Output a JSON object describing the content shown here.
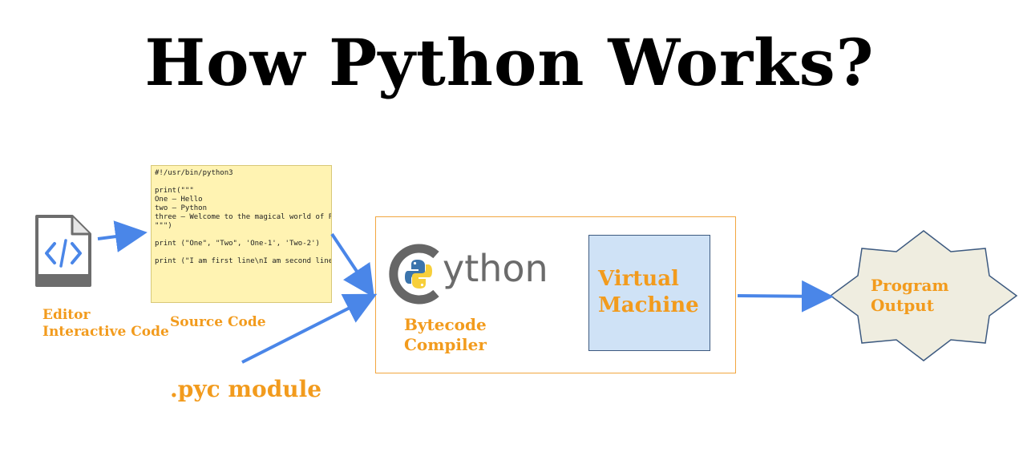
{
  "title": "How Python Works?",
  "editor": {
    "label_line1": "Editor",
    "label_line2": "Interactive Code"
  },
  "source_code": {
    "label": "Source Code",
    "lines": [
      "#!/usr/bin/python3",
      "",
      "print(\"\"\"",
      "One – Hello",
      "two – Python",
      "three – Welcome to the magical world of Programming",
      "\"\"\")",
      "",
      "print (\"One\", \"Two\", 'One-1', 'Two-2')",
      "",
      "print (\"I am first line\\nI am second line\")"
    ]
  },
  "pyc": {
    "label": ".pyc module"
  },
  "compiler": {
    "logo_text": "ython",
    "label_line1": "Bytecode",
    "label_line2": "Compiler"
  },
  "virtual_machine": {
    "label_line1": "Virtual",
    "label_line2": "Machine"
  },
  "output": {
    "label_line1": "Program",
    "label_line2": "Output"
  },
  "colors": {
    "arrow": "#4a86e8",
    "label": "#f29b1d",
    "code_bg": "#fff3b2",
    "vm_bg": "#cfe2f6",
    "star_fill": "#efede0",
    "star_stroke": "#3d5a80"
  }
}
